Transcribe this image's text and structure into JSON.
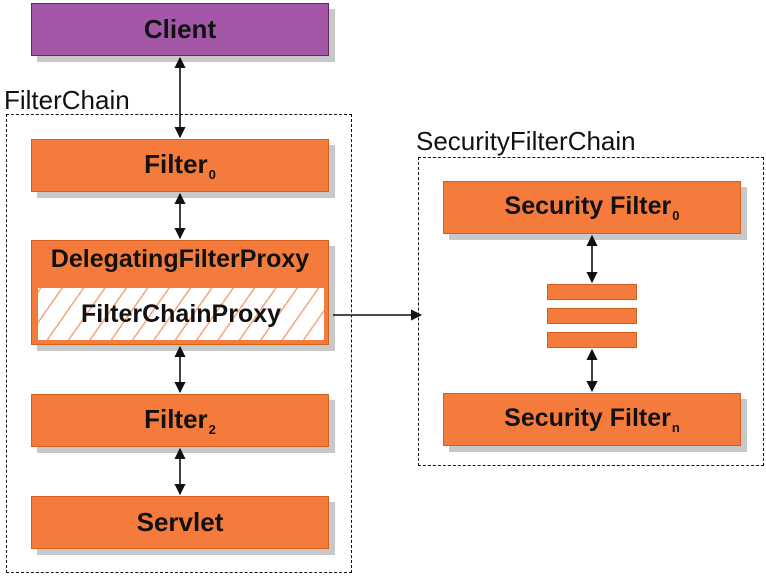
{
  "client": {
    "label": "Client"
  },
  "filter_chain": {
    "label": "FilterChain",
    "filter0": {
      "label": "Filter",
      "subscript": "0"
    },
    "delegating_proxy": {
      "label": "DelegatingFilterProxy"
    },
    "filter_chain_proxy": {
      "label": "FilterChainProxy"
    },
    "filter2": {
      "label": "Filter",
      "subscript": "2"
    },
    "servlet": {
      "label": "Servlet"
    }
  },
  "security_filter_chain": {
    "label": "SecurityFilterChain",
    "security_filter0": {
      "label": "Security Filter",
      "subscript": "0"
    },
    "security_filtern": {
      "label": "Security Filter",
      "subscript": "n"
    }
  },
  "colors": {
    "filter_fill": "#f47b3c",
    "client_fill": "#a357a6",
    "frame_border": "#111111"
  }
}
